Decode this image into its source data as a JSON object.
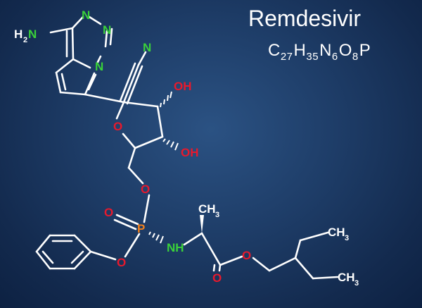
{
  "header": {
    "compound_name": "Remdesivir",
    "formula_parts": [
      {
        "text": "C",
        "sub": "27"
      },
      {
        "text": "H",
        "sub": "35"
      },
      {
        "text": "N",
        "sub": "6"
      },
      {
        "text": "O",
        "sub": "8"
      },
      {
        "text": "P",
        "sub": ""
      }
    ]
  },
  "structure": {
    "labels": {
      "n_top": "N",
      "n_ring_right": "N",
      "n_ring_bottom": "N",
      "nitrile_n": "N",
      "amine_h": "H",
      "amine_sub": "2",
      "amine_n": "N",
      "oh_upper": "OH",
      "oh_lower": "OH",
      "ring_o": "O",
      "link_o": "O",
      "p_oxo_o": "O",
      "phosphorus": "P",
      "phenoxy_o": "O",
      "nh": "NH",
      "methyl_top": "CH",
      "methyl_top_sub": "3",
      "ester_o": "O",
      "carbonyl_o": "O",
      "ethyl_top": "CH",
      "ethyl_top_sub": "3",
      "ethyl_bottom": "CH",
      "ethyl_bottom_sub": "3"
    },
    "colors": {
      "nitrogen": "#3ad13a",
      "oxygen": "#e8192c",
      "phosphorus": "#f2801c",
      "carbon_bonds": "#ffffff",
      "background": "#1e3d68"
    }
  }
}
